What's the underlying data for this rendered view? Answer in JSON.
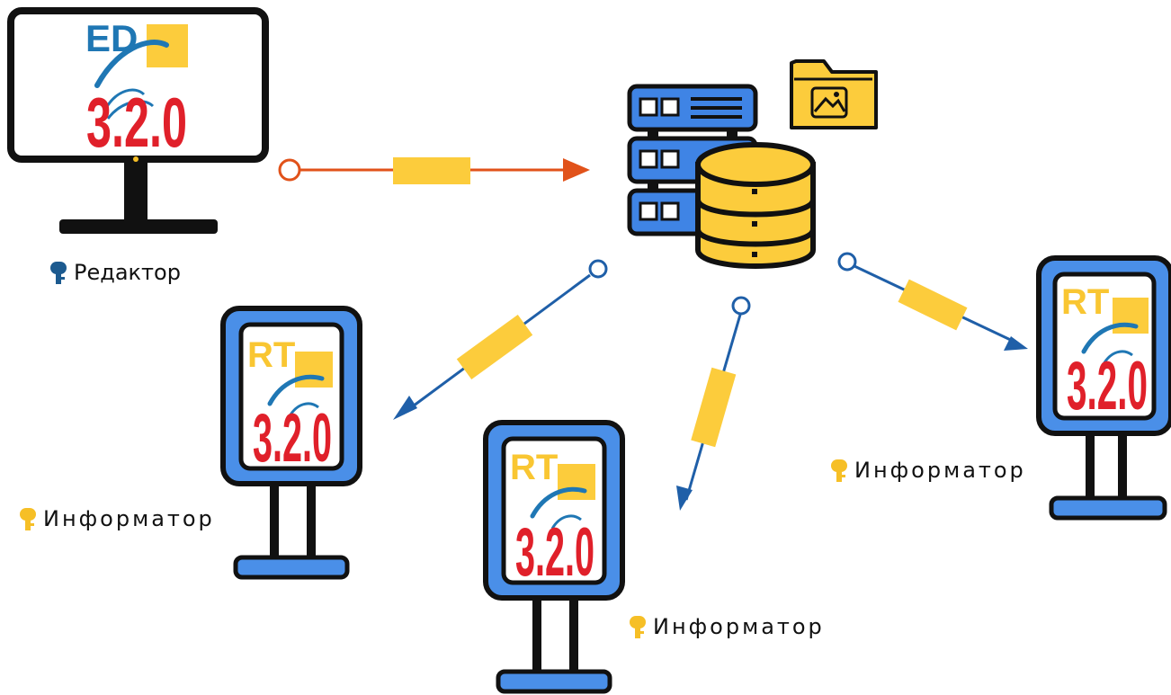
{
  "colors": {
    "accent_yellow": "#fccc3c",
    "rt_text": "#f9c632",
    "ed_text": "#1f77b4",
    "version_red": "#e0202a",
    "kiosk_blue": "#4a8fe8",
    "server_blue": "#3f84e5",
    "arrow_orange": "#e1521a",
    "arrow_blue": "#1f5fa8",
    "key_blue": "#1c5a8f",
    "key_yellow": "#f6bf26"
  },
  "icons": {
    "editor": "monitor-icon",
    "server": "server-database-icon",
    "folder": "image-folder-icon",
    "kiosk": "kiosk-icon",
    "key": "key-icon"
  },
  "editor": {
    "logo": "ED",
    "version": "3.2.0",
    "label": "Редактор"
  },
  "informers": [
    {
      "logo": "RT",
      "version": "3.2.0",
      "label": "Информатор"
    },
    {
      "logo": "RT",
      "version": "3.2.0",
      "label": "Информатор"
    },
    {
      "logo": "RT",
      "version": "3.2.0",
      "label": "Информатор"
    }
  ]
}
